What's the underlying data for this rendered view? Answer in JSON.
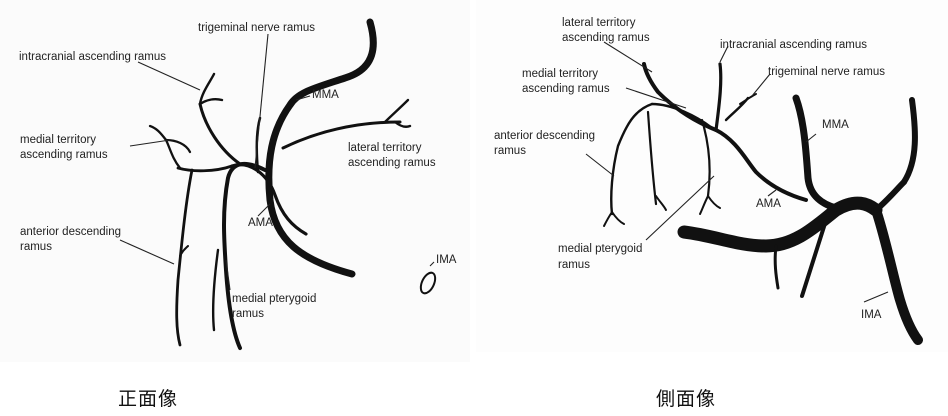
{
  "left_panel": {
    "labels": {
      "trigeminal": "trigeminal nerve ramus",
      "intracranial": "intracranial ascending ramus",
      "mma": "MMA",
      "lateral_1": "lateral territory",
      "lateral_2": "ascending ramus",
      "medial_territory_1": "medial territory",
      "medial_territory_2": "ascending ramus",
      "ama": "AMA",
      "anterior_desc_1": "anterior descending",
      "anterior_desc_2": "ramus",
      "ima": "IMA",
      "medial_ptery_1": "medial pterygoid",
      "medial_ptery_2": "ramus"
    },
    "caption": "正面像"
  },
  "right_panel": {
    "labels": {
      "lateral_1": "lateral territory",
      "lateral_2": "ascending ramus",
      "intracranial": "intracranial ascending ramus",
      "trigeminal": "trigeminal nerve ramus",
      "medial_territory_1": "medial territory",
      "medial_territory_2": "ascending ramus",
      "mma": "MMA",
      "anterior_desc_1": "anterior descending",
      "anterior_desc_2": "ramus",
      "ama": "AMA",
      "medial_ptery_1": "medial pterygoid",
      "medial_ptery_2": "ramus",
      "ima": "IMA"
    },
    "caption": "側面像"
  }
}
